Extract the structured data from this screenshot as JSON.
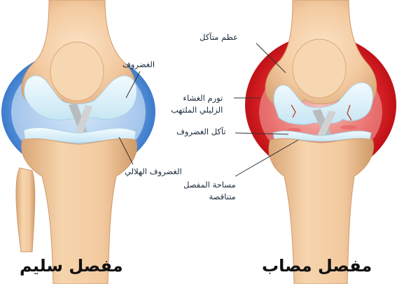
{
  "healthy_joint": {
    "caption": "مفصل سليم",
    "labels": {
      "cartilage": "الغضروف",
      "meniscus": "الغضروف الهلالي"
    }
  },
  "affected_joint": {
    "caption": "مفصل مصاب",
    "labels": {
      "worn_bone": "عظم متآكل",
      "synovial_swelling_line1": "تورم الغشاء",
      "synovial_swelling_line2": "الزليلي الملتهب",
      "cartilage_erosion": "تآكل الغضروف",
      "joint_space_line1": "مساحة المفصل",
      "joint_space_line2": "متناقصة"
    }
  },
  "colors": {
    "bone": "#f3caa0",
    "bone_shadow": "#d9a676",
    "cartilage": "#dff3fb",
    "healthy_capsule": "#3a7fd0",
    "inflamed_capsule": "#d10f17",
    "leader_line": "#333333"
  }
}
